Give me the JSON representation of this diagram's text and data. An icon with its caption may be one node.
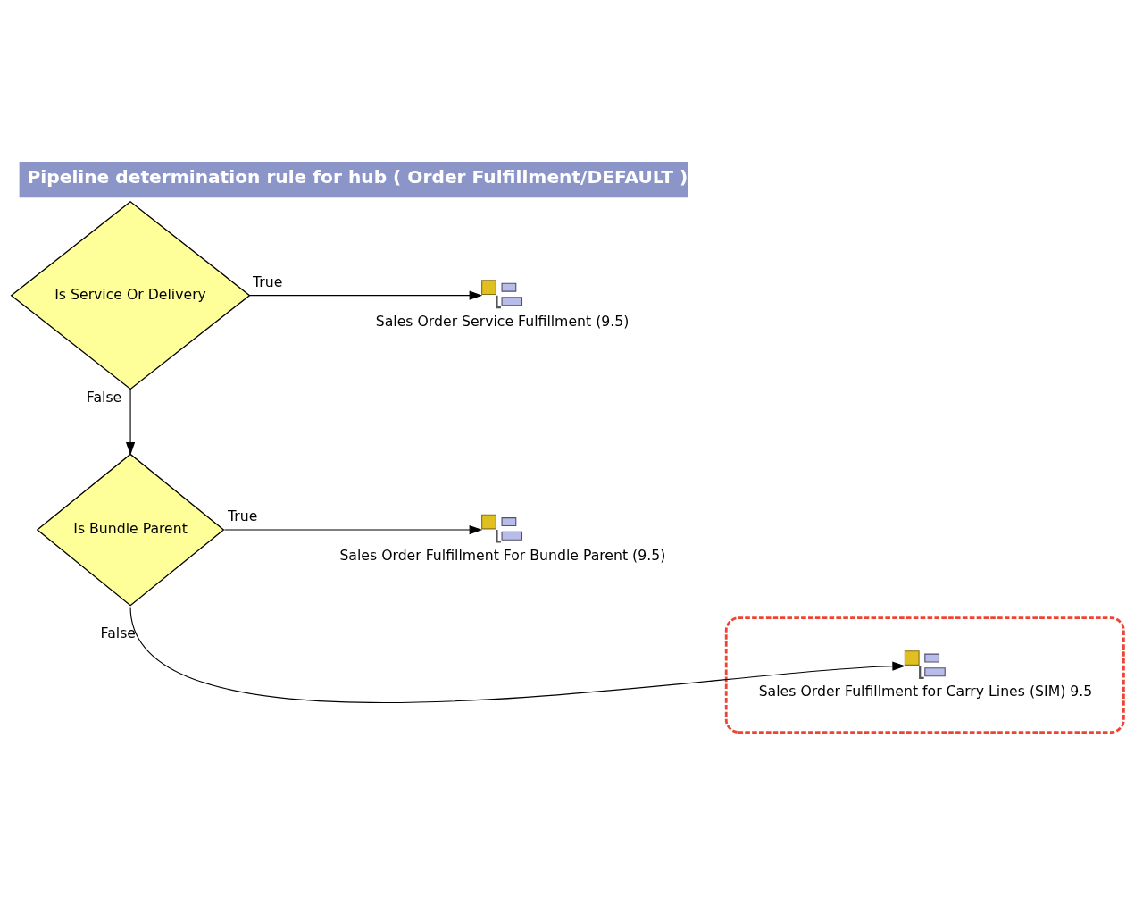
{
  "diagram": {
    "title": "Pipeline determination rule for hub ( Order Fulfillment/DEFAULT )",
    "nodes": [
      {
        "text": [
          "Is Service Or Delivery"
        ]
      },
      {
        "text": [],
        "shape": "picture",
        "beside": [
          "Sales Order Service Fulfillment (9.5)"
        ]
      },
      {
        "text": [
          "Is Bundle Parent"
        ]
      },
      {
        "text": [],
        "shape": "picture",
        "beside": [
          "Sales Order Fulfillment For Bundle Parent (9.5)"
        ]
      },
      {
        "text": [],
        "shape": "box"
      },
      {
        "text": [],
        "shape": "picture",
        "beside": [
          "Sales Order Fulfillment for Carry Lines (SIM) 9.5"
        ],
        "in": 4
      }
    ],
    "edges": [
      {
        "from": 0,
        "to": 1,
        "arrow": "to",
        "label": "True"
      },
      {
        "from": 0,
        "to": 2,
        "arrow": "to",
        "label": "False"
      },
      {
        "from": 2,
        "to": 3,
        "arrow": "to",
        "label": "True"
      },
      {
        "from": 2,
        "to": 5,
        "arrow": "to",
        "label": "False"
      }
    ]
  }
}
